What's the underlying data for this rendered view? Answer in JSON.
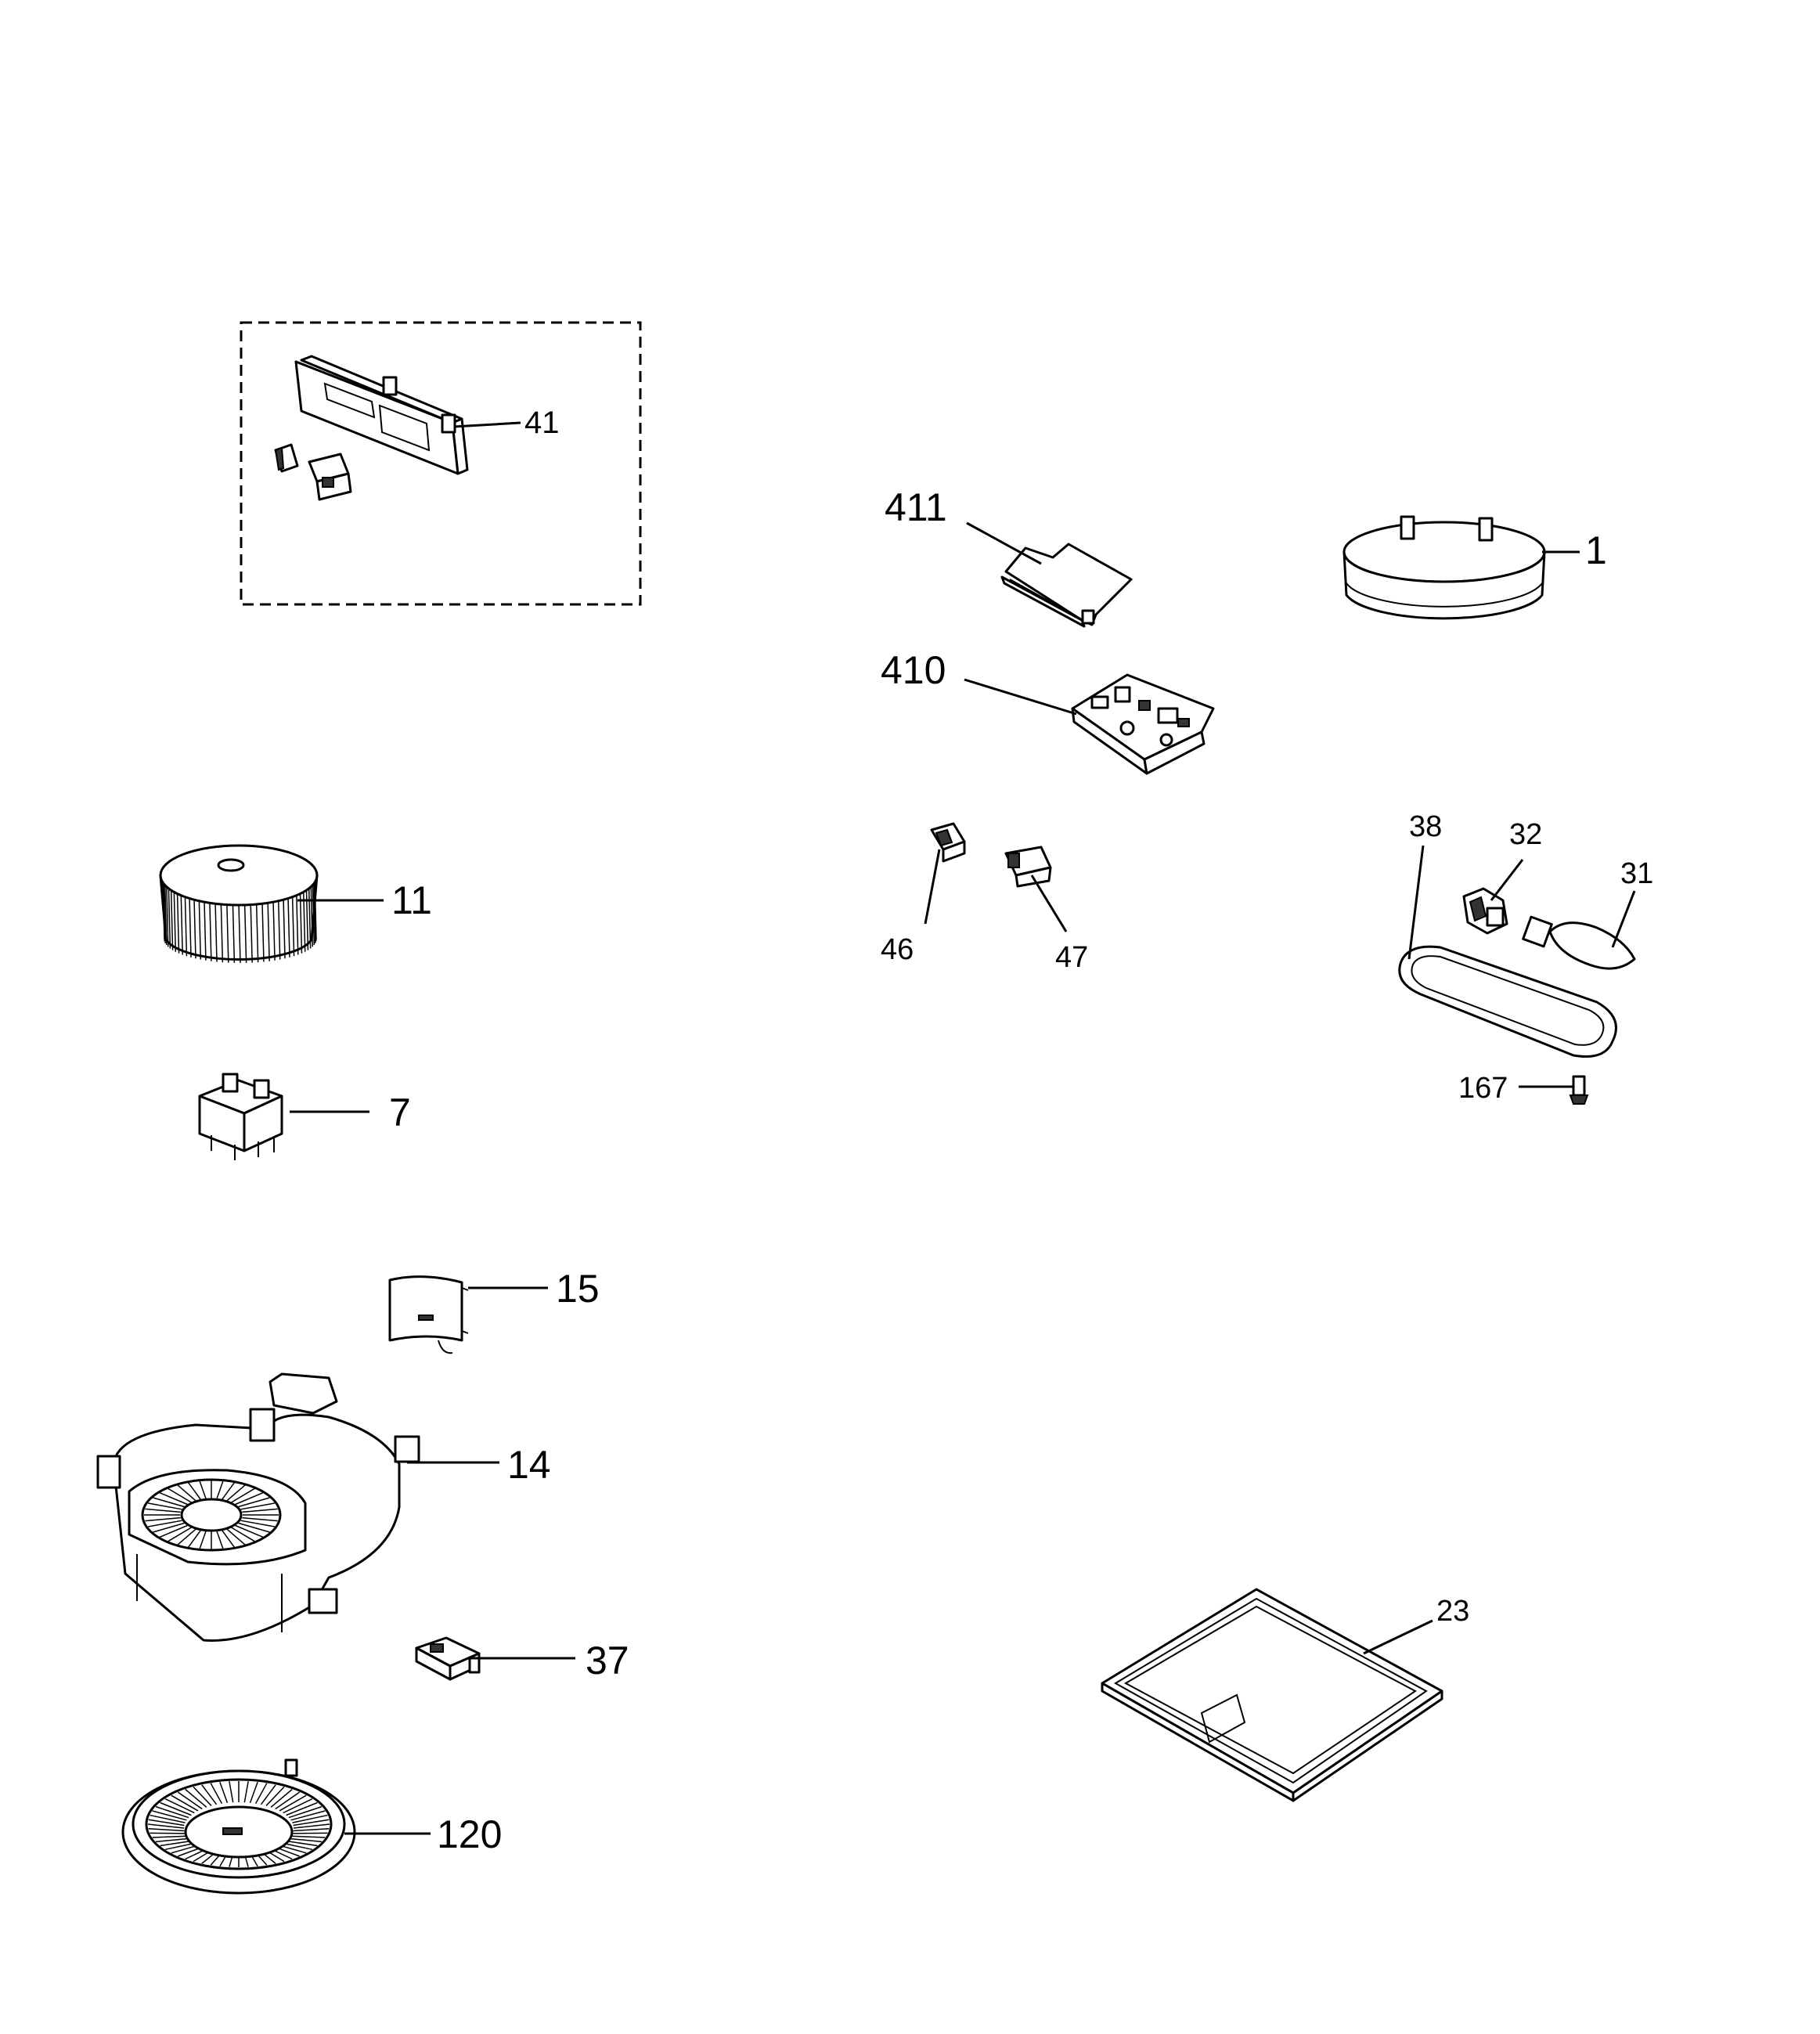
{
  "diagram": {
    "type": "exploded-parts-diagram",
    "line_color": "#000000",
    "background": "#ffffff",
    "callouts": [
      {
        "id": "41",
        "label": "41",
        "part_icon": "control-panel-assembly"
      },
      {
        "id": "411",
        "label": "411",
        "part_icon": "pcb-cover"
      },
      {
        "id": "1",
        "label": "1",
        "part_icon": "duct-collar-ring"
      },
      {
        "id": "410",
        "label": "410",
        "part_icon": "control-board"
      },
      {
        "id": "11",
        "label": "11",
        "part_icon": "blower-wheel"
      },
      {
        "id": "38",
        "label": "38",
        "part_icon": "lamp-lens-gasket"
      },
      {
        "id": "32",
        "label": "32",
        "part_icon": "lamp-socket"
      },
      {
        "id": "31",
        "label": "31",
        "part_icon": "light-bulb"
      },
      {
        "id": "46",
        "label": "46",
        "part_icon": "rocker-switch"
      },
      {
        "id": "47",
        "label": "47",
        "part_icon": "switch-connector"
      },
      {
        "id": "167",
        "label": "167",
        "part_icon": "screw"
      },
      {
        "id": "7",
        "label": "7",
        "part_icon": "capacitor-motor"
      },
      {
        "id": "15",
        "label": "15",
        "part_icon": "damper-flap"
      },
      {
        "id": "14",
        "label": "14",
        "part_icon": "blower-housing"
      },
      {
        "id": "37",
        "label": "37",
        "part_icon": "terminal-block"
      },
      {
        "id": "23",
        "label": "23",
        "part_icon": "grease-filter"
      },
      {
        "id": "120",
        "label": "120",
        "part_icon": "charcoal-filter"
      }
    ]
  }
}
